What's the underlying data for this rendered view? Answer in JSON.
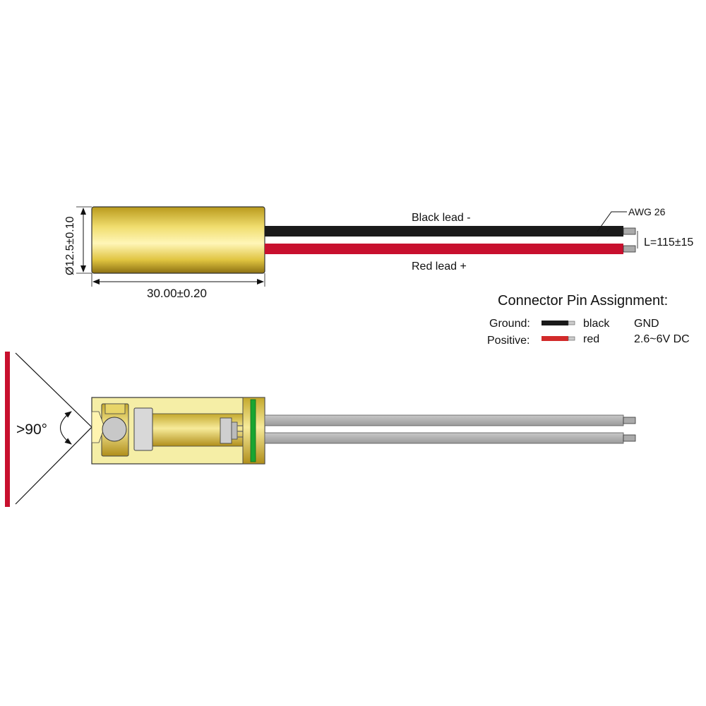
{
  "labels": {
    "diameter": "Ø12.5±0.10",
    "length": "30.00±0.20",
    "black_lead": "Black lead -",
    "red_lead": "Red lead +",
    "wire_gauge": "AWG 26",
    "lead_length": "L=115±15",
    "angle": ">90°"
  },
  "pin_assignment": {
    "title": "Connector Pin Assignment:",
    "rows": [
      {
        "role": "Ground:",
        "color_name": "black",
        "signal": "GND"
      },
      {
        "role": "Positive:",
        "color_name": "red",
        "signal": "2.6~6V DC"
      }
    ]
  },
  "colors": {
    "black_wire": "#1a1a1a",
    "red_wire": "#c8102e",
    "brass": "#e2c94a",
    "beam": "#c8102e",
    "grey_wire": "#a8a8a8",
    "pcb": "#19a531"
  }
}
